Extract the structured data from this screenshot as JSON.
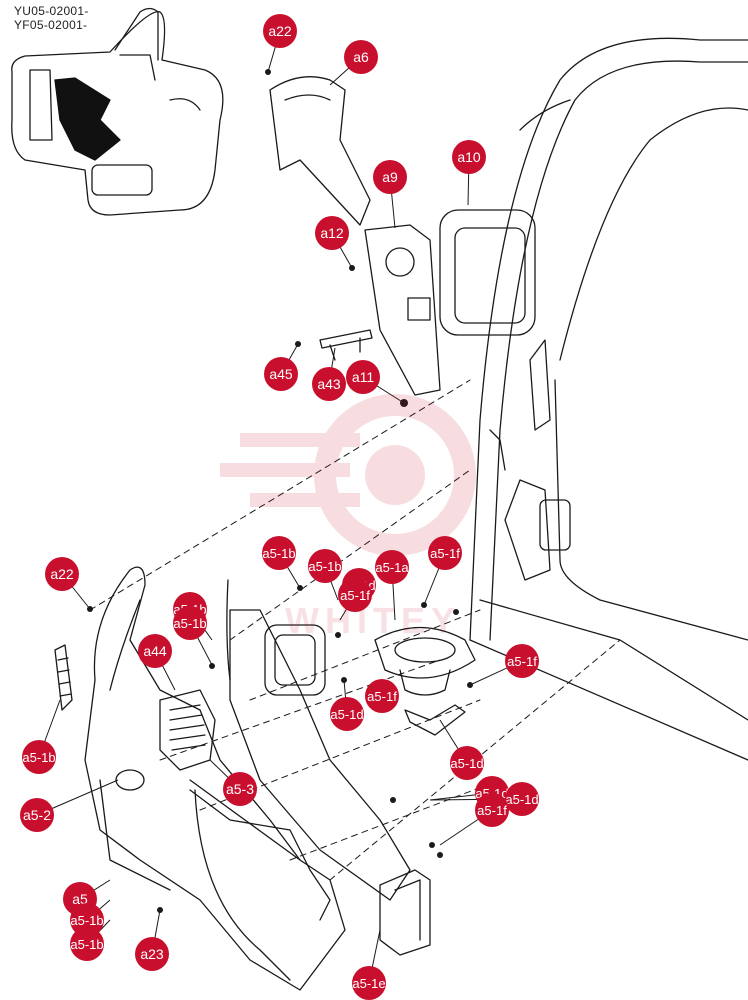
{
  "model_codes": [
    "YU05-02001-",
    "YF05-02001-"
  ],
  "watermark": "WHITEY",
  "callouts": [
    {
      "label": "a22"
    },
    {
      "label": "a6"
    },
    {
      "label": "a9"
    },
    {
      "label": "a10"
    },
    {
      "label": "a12"
    },
    {
      "label": "a45"
    },
    {
      "label": "a43"
    },
    {
      "label": "a11"
    },
    {
      "label": "a22"
    },
    {
      "label": "a5-1b"
    },
    {
      "label": "a5-1b"
    },
    {
      "label": "a5-1d"
    },
    {
      "label": "a5-1a"
    },
    {
      "label": "a5-1f"
    },
    {
      "label": "a5-1f"
    },
    {
      "label": "a5-1f"
    },
    {
      "label": "a5-1b"
    },
    {
      "label": "a44"
    },
    {
      "label": "a5-1b"
    },
    {
      "label": "a5-1d"
    },
    {
      "label": "a5-1f"
    },
    {
      "label": "a5-1d"
    },
    {
      "label": "a5-1b"
    },
    {
      "label": "a5-3"
    },
    {
      "label": "a5-1d"
    },
    {
      "label": "a5-2"
    },
    {
      "label": "a5-1d"
    },
    {
      "label": "a5-1f"
    },
    {
      "label": "a5"
    },
    {
      "label": "a5-1b"
    },
    {
      "label": "a5-1b"
    },
    {
      "label": "a23"
    },
    {
      "label": "a5-1e"
    }
  ],
  "colors": {
    "callout": "#c8102e",
    "line": "#1a1a1a",
    "watermark": "#c8102e"
  }
}
